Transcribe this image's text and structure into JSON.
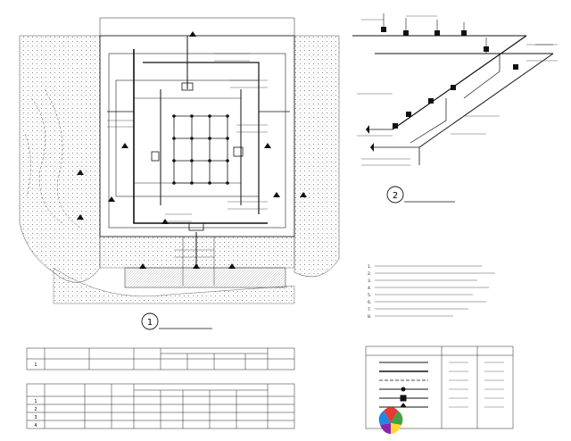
{
  "plan_view": {
    "title_number": "1",
    "title_text": "",
    "scale_text": ""
  },
  "axonometric_view": {
    "title_number": "2",
    "title_text": ""
  },
  "design_notes": {
    "heading": "",
    "items": [
      "1.",
      "2.",
      "3.",
      "4.",
      "5.",
      "6.",
      "7.",
      "8."
    ]
  },
  "table_1": {
    "caption": "",
    "rows": [
      {
        "no": "1"
      }
    ]
  },
  "table_2": {
    "caption": "",
    "rows": [
      {
        "no": "1"
      },
      {
        "no": "2"
      },
      {
        "no": "3"
      },
      {
        "no": "4"
      }
    ]
  },
  "legend": {
    "rows": 8
  },
  "watermark": {
    "chinese": "",
    "pinyin": "",
    "colors": {
      "red": "#e53935",
      "green": "#43a047",
      "blue": "#1e88e5",
      "yellow": "#fdd835"
    }
  }
}
